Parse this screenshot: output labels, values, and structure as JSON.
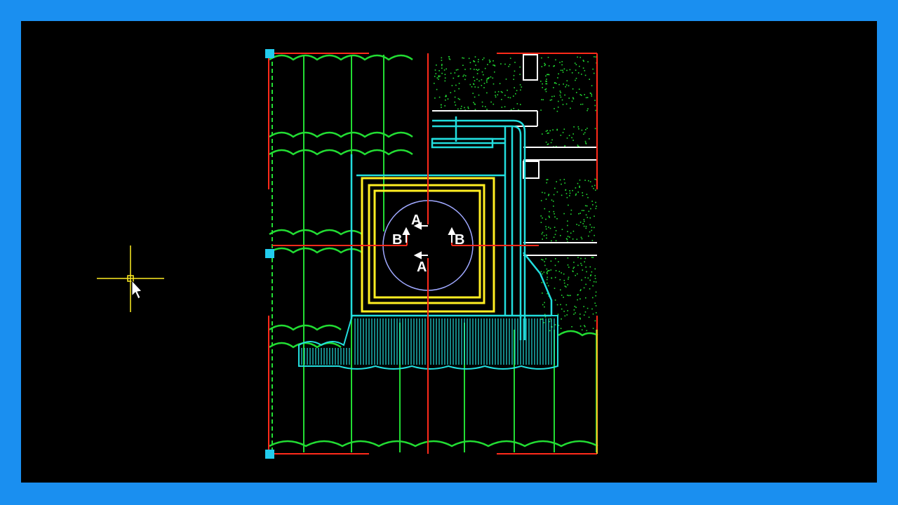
{
  "colors": {
    "frame": "#1a8ff0",
    "background": "#000000",
    "tile_lines": "#22dd33",
    "cut_lines": "#ff2a1a",
    "flashing": "#22dddd",
    "frame_square": "#ffee22",
    "circle": "#9fa8ff",
    "grip": "#22ccee",
    "crosshair": "#ffee22",
    "labels": "#ffffff",
    "hatch_dots": "#22dd33"
  },
  "labels": {
    "section_a_top": "A",
    "section_a_bottom": "A",
    "section_b_left": "B",
    "section_b_right": "B"
  },
  "icons": {
    "cursor": "crosshair-pickbox-icon",
    "pointer": "arrow-pointer-icon",
    "grip": "selection-grip-icon"
  }
}
